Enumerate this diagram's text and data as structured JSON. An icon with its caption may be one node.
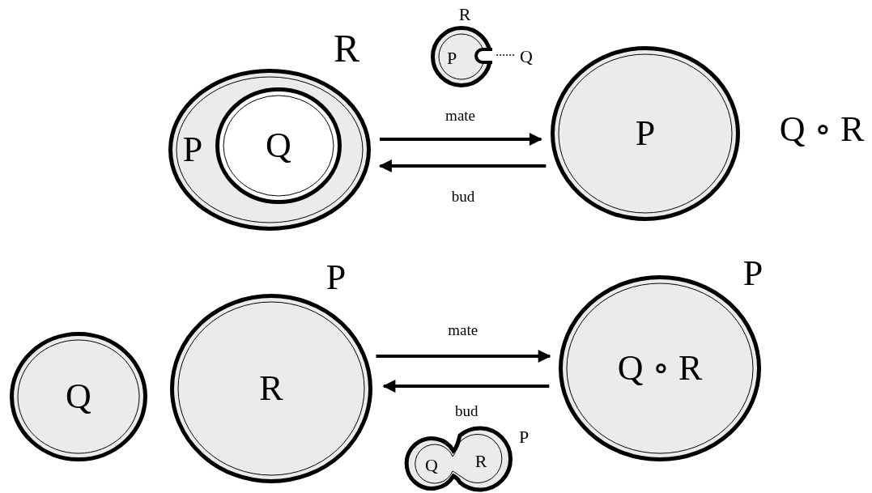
{
  "diagram": {
    "nodes": [
      {
        "text": [
          "R",
          "P"
        ]
      },
      {
        "text": [
          "Q"
        ],
        "in": 0
      },
      {
        "text": [
          "R",
          "P"
        ]
      },
      {
        "text": [],
        "shape": "circle",
        "in": 2
      },
      {
        "text": [
          "Q"
        ]
      },
      {
        "text": [
          "P"
        ],
        "beside": [
          "Q ∘ R"
        ]
      },
      {
        "text": [
          "Q"
        ]
      },
      {
        "text": [
          "P",
          "R"
        ]
      },
      {
        "text": [
          "P",
          "Q ∘ R"
        ]
      },
      {
        "text": [
          "P",
          "Q",
          "R"
        ]
      }
    ],
    "edges": [
      {
        "from": 0,
        "to": 5,
        "arrow": "to",
        "label": "mate"
      },
      {
        "from": 5,
        "to": 0,
        "arrow": "to",
        "label": "bud"
      },
      {
        "from": 4,
        "to": 3,
        "arrow": "none",
        "style": "dashed"
      },
      {
        "from": 7,
        "to": 8,
        "arrow": "to",
        "label": "mate"
      },
      {
        "from": 8,
        "to": 7,
        "arrow": "to",
        "label": "bud"
      }
    ]
  }
}
